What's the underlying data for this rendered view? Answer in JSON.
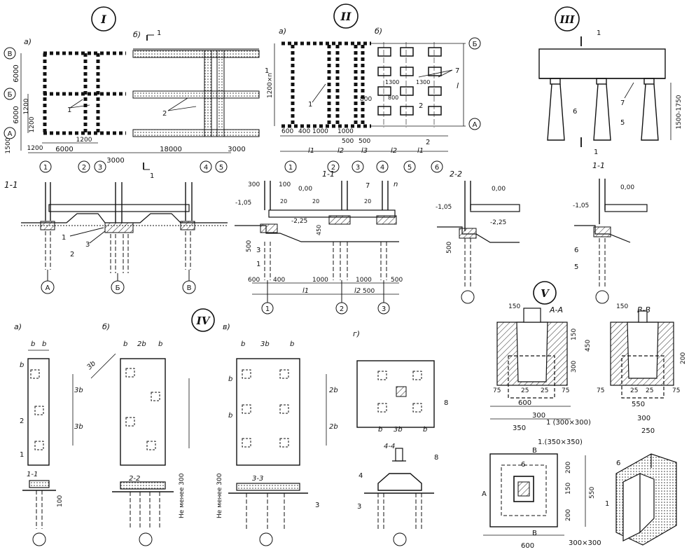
{
  "sections": {
    "I": {
      "label": "I",
      "subs": [
        "а)",
        "б)"
      ],
      "axes_rows": [
        "В",
        "Б",
        "А"
      ],
      "axes_cols": [
        "1",
        "2",
        "3",
        "4",
        "5"
      ],
      "dims": [
        "6000",
        "6000",
        "1200",
        "1200",
        "1500",
        "1200",
        "1200",
        "6000",
        "3000",
        "18000",
        "3000"
      ],
      "callouts": [
        "1",
        "2",
        "3",
        "1",
        "2"
      ],
      "cut_marks": [
        "1",
        "1"
      ],
      "section_title": "1-1",
      "section_axes": [
        "А",
        "Б",
        "В"
      ]
    },
    "II": {
      "label": "II",
      "subs": [
        "а)",
        "б)"
      ],
      "axes_rows": [
        "Б",
        "А"
      ],
      "axes_cols": [
        "1",
        "2",
        "3",
        "4",
        "5",
        "6"
      ],
      "plan_dims": [
        "1200×n",
        "600",
        "400",
        "1000",
        "1000",
        "500",
        "500",
        "800",
        "1300",
        "1300",
        "800",
        "l"
      ],
      "bottom_spans": [
        "l1",
        "l2",
        "l3",
        "l2",
        "l1"
      ],
      "callouts": [
        "1",
        "7",
        "2",
        "2"
      ],
      "cut_marks": [
        "1",
        "2",
        "2"
      ],
      "section_title": "1-1",
      "section_dims": [
        "300",
        "100",
        "0,00",
        "-1,05",
        "20",
        "-2,25",
        "500",
        "450",
        "20",
        "20",
        "600",
        "400",
        "1000",
        "1000",
        "500",
        "500",
        "l1",
        "l2"
      ],
      "section_callouts": [
        "7",
        "n",
        "3",
        "1"
      ],
      "section_axes": [
        "1",
        "2",
        "3"
      ],
      "section2_title": "2-2",
      "section2_dims": [
        "0,00",
        "-1,05",
        "-2,25",
        "500"
      ]
    },
    "III": {
      "label": "III",
      "cut_marks": [
        "1",
        "1"
      ],
      "callouts": [
        "6",
        "7",
        "5"
      ],
      "height_dim": "1500-1750",
      "section_title": "1-1",
      "section_dims": [
        "0,00",
        "-1,05"
      ],
      "section_callouts": [
        "6",
        "5"
      ]
    },
    "IV": {
      "label": "IV",
      "subs": [
        "а)",
        "б)",
        "в)",
        "г)"
      ],
      "dims_a": [
        "b",
        "b",
        "b",
        "3b",
        "3b"
      ],
      "dims_b": [
        "b",
        "2b",
        "b",
        "3b"
      ],
      "dims_c": [
        "b",
        "3b",
        "b",
        "b",
        "b",
        "2b",
        "2b"
      ],
      "dims_d": [
        "b",
        "3b",
        "b"
      ],
      "sections": [
        "1-1",
        "2-2",
        "3-3",
        "4-4"
      ],
      "min_text": "Не менее 300",
      "dim_100": "100",
      "callouts": [
        "1",
        "2",
        "3",
        "4",
        "8"
      ]
    },
    "V": {
      "label": "V",
      "sec_aa": "А-А",
      "sec_bb": "В-В",
      "dims_aa": [
        "150",
        "150",
        "450",
        "300",
        "75",
        "25",
        "25",
        "75",
        "600",
        "300",
        "350"
      ],
      "dims_bb": [
        "150",
        "200",
        "75",
        "25",
        "25",
        "75",
        "550",
        "300",
        "250"
      ],
      "notes": [
        "1 (300×300)",
        "1.(350×350)"
      ],
      "plan_dims": [
        "600",
        "200",
        "150",
        "200",
        "550"
      ],
      "plan_note": "300×300",
      "plan_callouts": [
        "6",
        "1",
        "6"
      ],
      "plan_cuts": [
        "А",
        "В",
        "В"
      ]
    }
  }
}
